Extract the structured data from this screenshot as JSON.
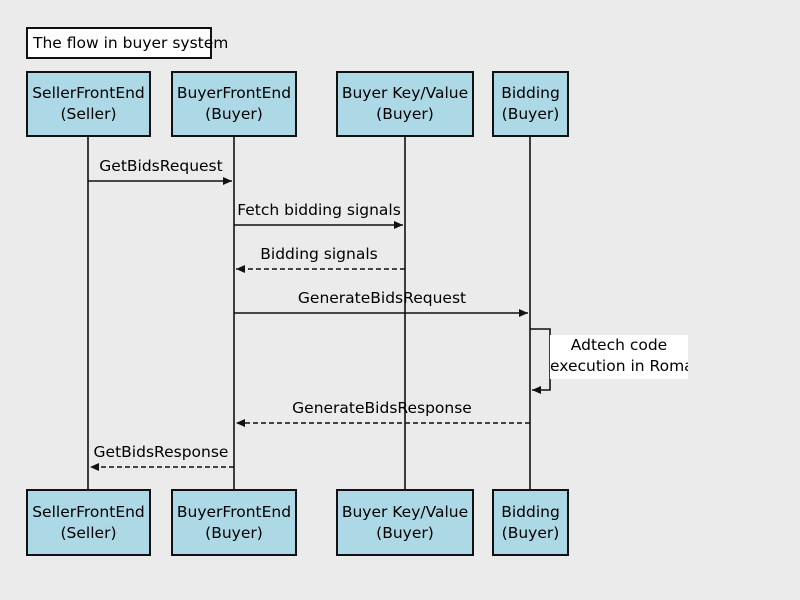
{
  "title": "The flow in buyer system",
  "participants": [
    {
      "name": "SellerFrontEnd",
      "role": "(Seller)"
    },
    {
      "name": "BuyerFrontEnd",
      "role": "(Buyer)"
    },
    {
      "name": "Buyer Key/Value",
      "role": "(Buyer)"
    },
    {
      "name": "Bidding",
      "role": "(Buyer)"
    }
  ],
  "messages": [
    {
      "label": "GetBidsRequest",
      "from": 0,
      "to": 1,
      "style": "solid"
    },
    {
      "label": "Fetch bidding signals",
      "from": 1,
      "to": 2,
      "style": "solid"
    },
    {
      "label": "Bidding signals",
      "from": 2,
      "to": 1,
      "style": "dashed"
    },
    {
      "label": "GenerateBidsRequest",
      "from": 1,
      "to": 3,
      "style": "solid"
    },
    {
      "label": "GenerateBidsResponse",
      "from": 3,
      "to": 1,
      "style": "dashed"
    },
    {
      "label": "GetBidsResponse",
      "from": 1,
      "to": 0,
      "style": "dashed"
    }
  ],
  "self_note": {
    "participant": 3,
    "line1": "Adtech code",
    "line2": "execution in Roma"
  },
  "colors": {
    "actor_fill": "#add8e6",
    "background": "#ebebeb",
    "line": "#111111"
  }
}
